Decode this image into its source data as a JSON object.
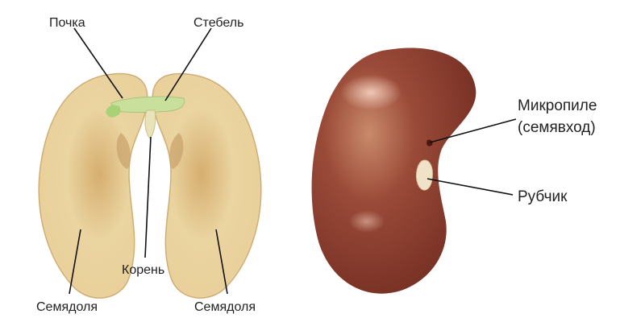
{
  "diagram": {
    "opened_seed_labels": {
      "bud": "Почка",
      "stem": "Стебель",
      "root": "Корень",
      "cotyledon_left": "Семядоля",
      "cotyledon_right": "Семядоля"
    },
    "whole_seed_labels": {
      "micropyle_line1": "Микропиле",
      "micropyle_line2": "(семявход)",
      "hilum": "Рубчик"
    },
    "colors": {
      "cotyledon_light": "#f2e4b8",
      "cotyledon_dark": "#d9b57a",
      "embryo_green": "#c6df9a",
      "seed_coat": "#8a3a2c",
      "seed_highlight": "#c9785e",
      "hilum": "#efe2c8",
      "leader_line": "#111111"
    }
  }
}
